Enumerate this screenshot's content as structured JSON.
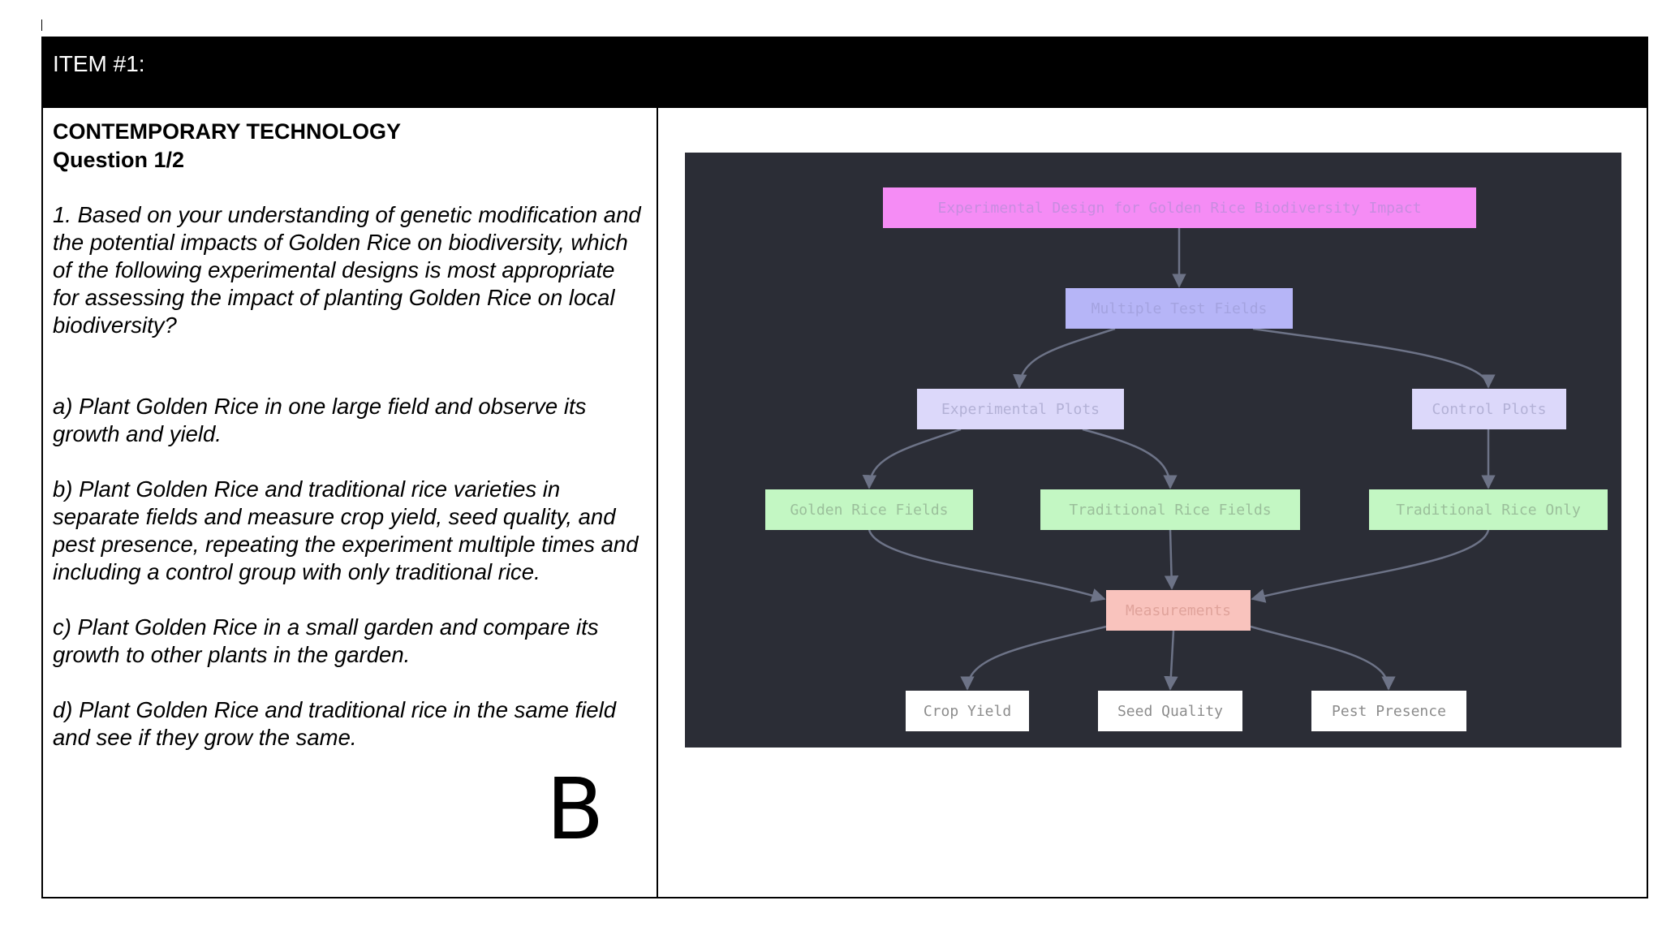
{
  "header": {
    "item_label": "ITEM #1:"
  },
  "question": {
    "section_title": "CONTEMPORARY TECHNOLOGY",
    "number": "Question 1/2",
    "prompt": "1. Based on your understanding of genetic modification and the potential impacts of Golden Rice on biodiversity, which of the following experimental designs is most appropriate for assessing the impact of planting Golden Rice on local biodiversity?",
    "options": [
      "a) Plant Golden Rice in one large field and observe its growth and yield.",
      "b) Plant Golden Rice and traditional rice varieties in separate fields and measure crop yield, seed quality, and pest presence, repeating the experiment multiple times and including a control group with only traditional rice.",
      "c) Plant Golden Rice in a small garden and compare its growth to other plants in the garden.",
      "d) Plant Golden Rice and traditional rice in the same field and see if they grow the same."
    ],
    "answer": "B"
  },
  "diagram": {
    "colors": {
      "background": "#2b2d36",
      "edge": "#6d7387",
      "title_fill": "#f58cf5",
      "level1_fill": "#b6b5f7",
      "level2_fill": "#dcd8fa",
      "field_fill": "#c3f7c3",
      "measure_fill": "#f9c3bd",
      "leaf_fill": "#ffffff",
      "title_text": "#c88ce0",
      "level1_text": "#a4a3e0",
      "level2_text": "#b3b1d6",
      "field_text": "#9bbf9b",
      "measure_text": "#e0a39b",
      "leaf_text": "#8c8c8c"
    },
    "nodes": {
      "title": "Experimental Design for Golden Rice Biodiversity Impact",
      "test_fields": "Multiple Test Fields",
      "experimental_plots": "Experimental Plots",
      "control_plots": "Control Plots",
      "golden_fields": "Golden Rice Fields",
      "traditional_fields": "Traditional Rice Fields",
      "traditional_only": "Traditional Rice Only",
      "measurements": "Measurements",
      "crop_yield": "Crop Yield",
      "seed_quality": "Seed Quality",
      "pest_presence": "Pest Presence"
    }
  }
}
